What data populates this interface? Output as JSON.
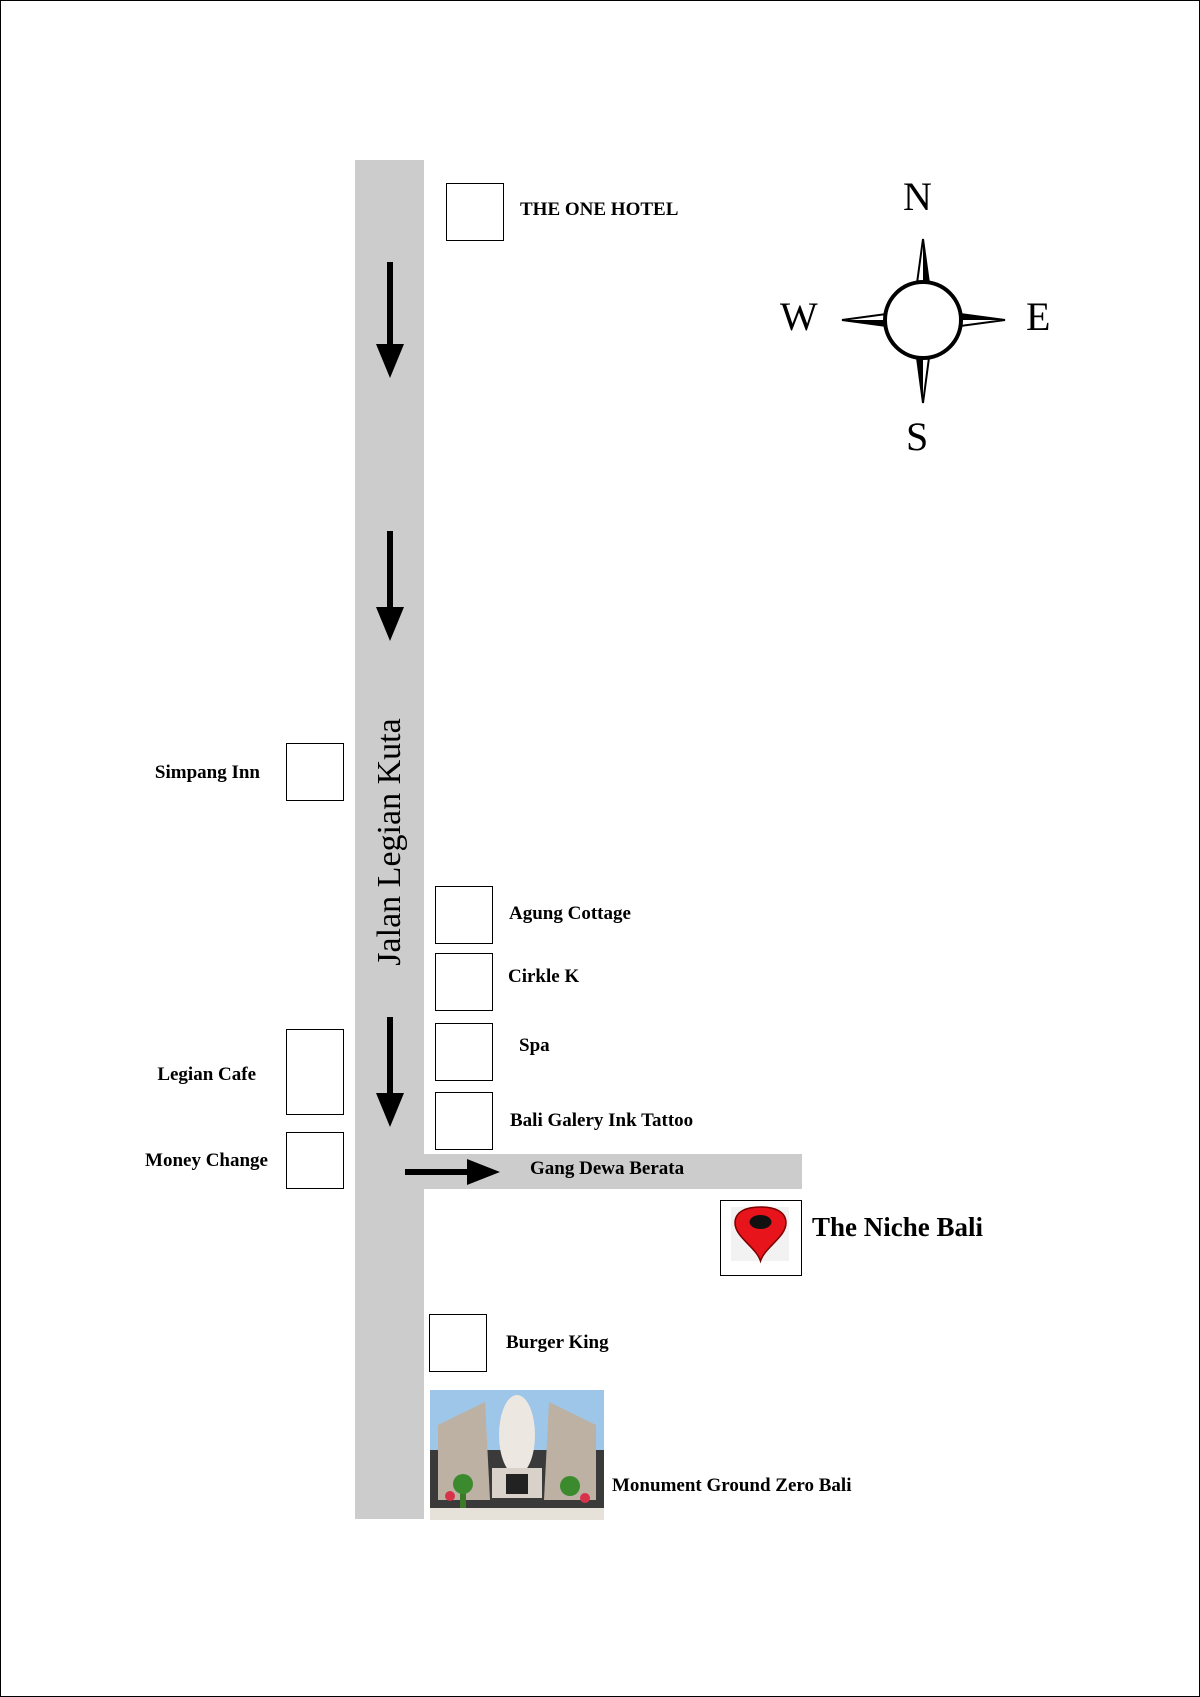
{
  "roads": {
    "main": "Jalan Legian Kuta",
    "side": "Gang Dewa Berata"
  },
  "compass": {
    "north": "N",
    "south": "S",
    "east": "E",
    "west": "W"
  },
  "landmarks_east": [
    {
      "id": "the-one-hotel",
      "label": "THE ONE HOTEL"
    },
    {
      "id": "agung-cottage",
      "label": "Agung Cottage"
    },
    {
      "id": "cirkle-k",
      "label": "Cirkle K"
    },
    {
      "id": "spa",
      "label": "Spa"
    },
    {
      "id": "bali-galery-ink-tattoo",
      "label": "Bali Galery Ink Tattoo"
    },
    {
      "id": "burger-king",
      "label": "Burger King"
    }
  ],
  "landmarks_west": [
    {
      "id": "simpang-inn",
      "label": "Simpang Inn"
    },
    {
      "id": "legian-cafe",
      "label": "Legian Cafe"
    },
    {
      "id": "money-change",
      "label": "Money Change"
    }
  ],
  "destination": {
    "label": "The Niche Bali",
    "icon": "map-pin-icon",
    "pin_color": "#e8141b"
  },
  "monument": {
    "label": "Monument Ground Zero Bali"
  },
  "colors": {
    "road": "#cccccc",
    "arrow": "#000000"
  }
}
